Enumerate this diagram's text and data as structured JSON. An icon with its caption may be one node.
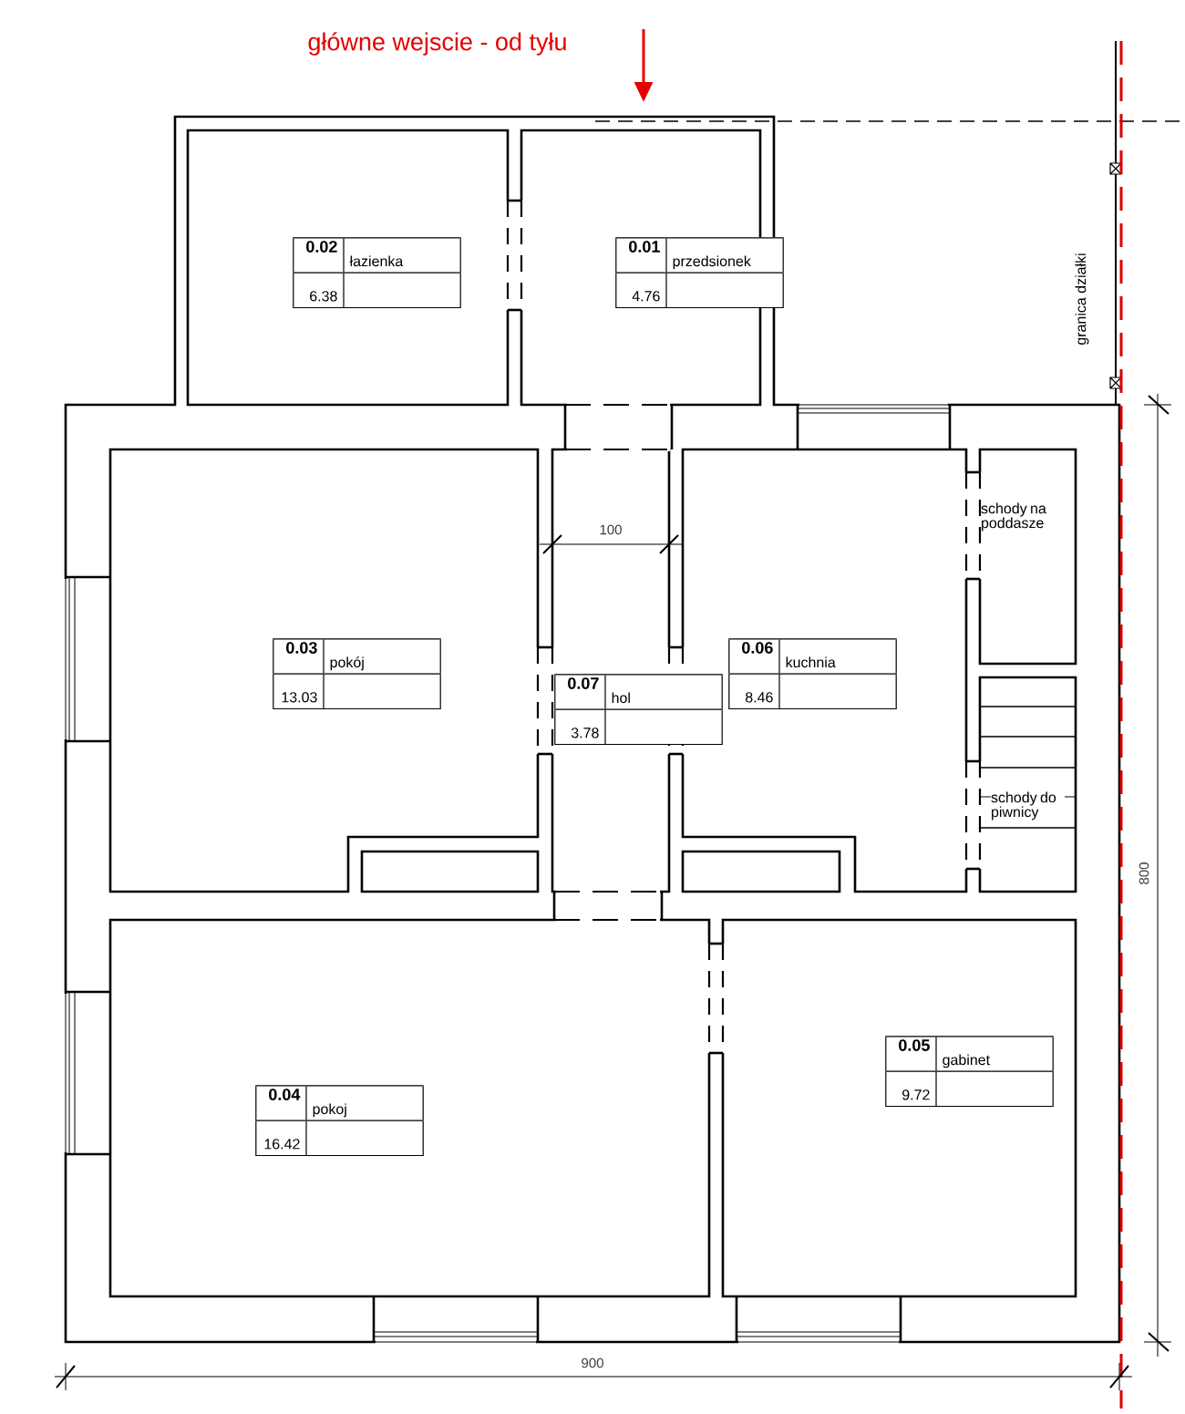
{
  "diagram": {
    "nodes": [
      {
        "text": [
          "0.02",
          "łazienka",
          "6.38"
        ]
      },
      {
        "text": [
          "0.01",
          "przedsionek",
          "4.76"
        ]
      },
      {
        "text": [
          "0.03",
          "pokój",
          "13.03"
        ]
      },
      {
        "text": [
          "0.06",
          "kuchnia",
          "8.46"
        ]
      },
      {
        "text": [
          "0.07",
          "hol",
          "3.78"
        ]
      },
      {
        "text": [
          "0.04",
          "pokoj",
          "16.42"
        ]
      },
      {
        "text": [
          "0.05",
          "gabinet",
          "9.72"
        ]
      }
    ],
    "labels": [
      "główne wejscie - od tyłu",
      "granica działki",
      "schody na poddasze",
      "100",
      "schody do piwnicy",
      "800",
      "900"
    ]
  }
}
